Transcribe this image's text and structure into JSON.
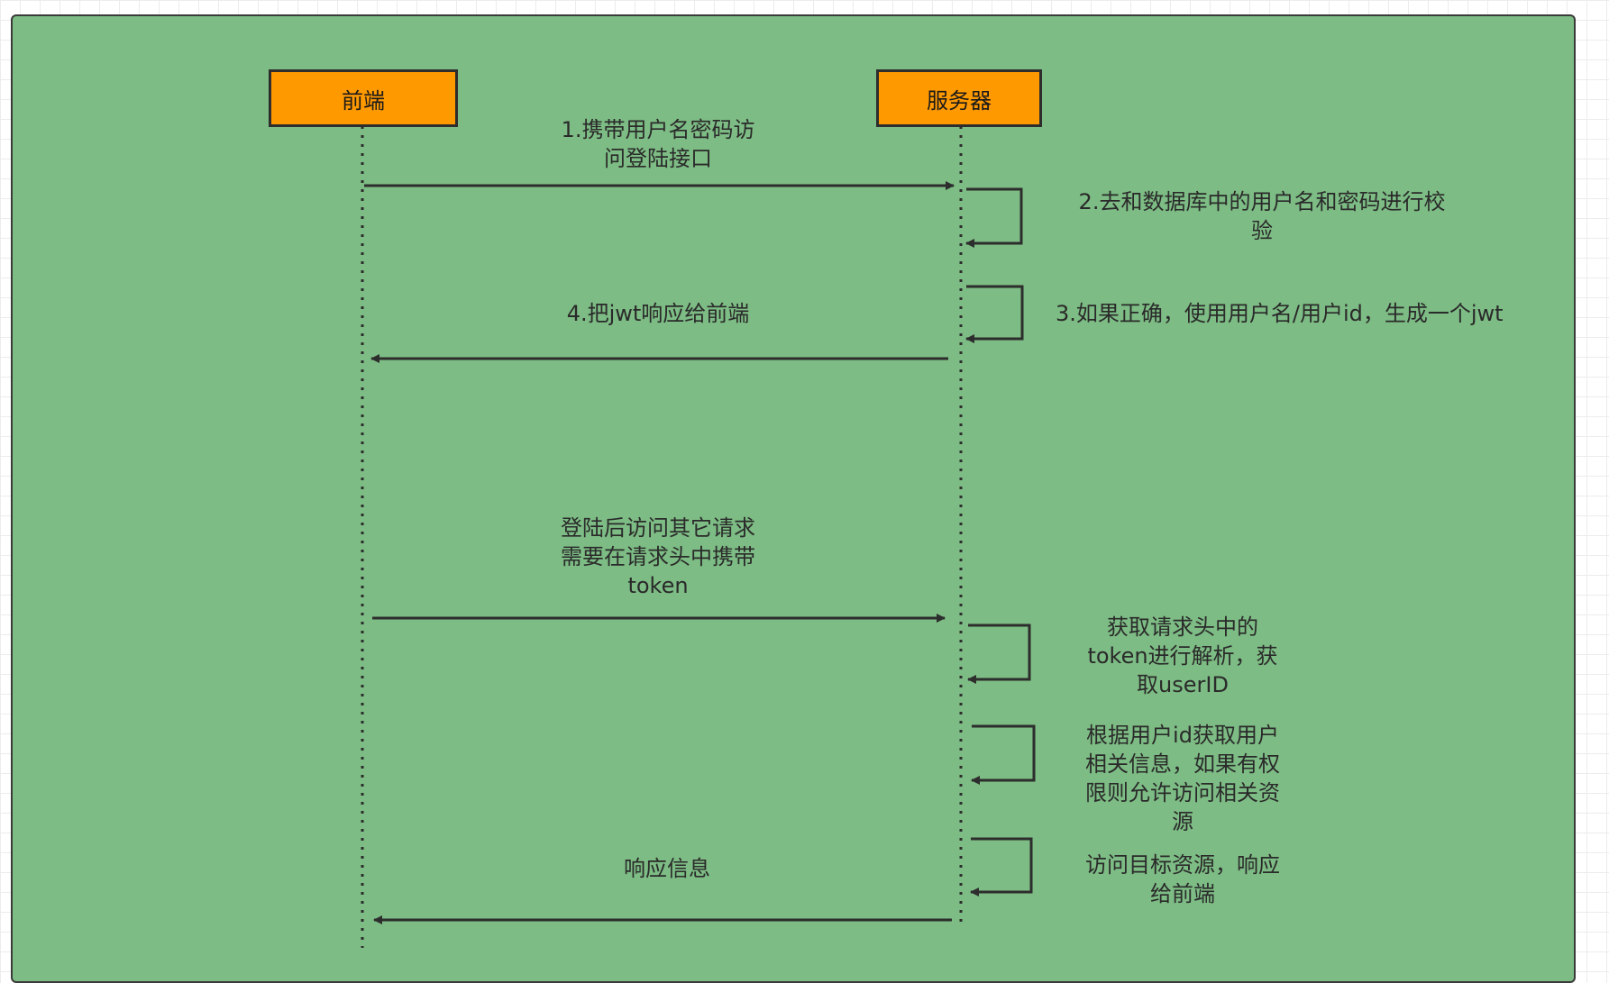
{
  "actors": {
    "frontend": "前端",
    "server": "服务器"
  },
  "messages": {
    "m1": "1.携带用户名密码访\n问登陆接口",
    "m2": "2.去和数据库中的用户名和密码进行校\n验",
    "m3": "3.如果正确，使用用户名/用户id，生成一个jwt",
    "m4": "4.把jwt响应给前端",
    "m5": "登陆后访问其它请求\n需要在请求头中携带\ntoken",
    "m6": "获取请求头中的\ntoken进行解析，获\n取userID",
    "m7": "根据用户id获取用户\n相关信息，如果有权\n限则允许访问相关资\n源",
    "m8": "访问目标资源，响应\n给前端",
    "m9": "响应信息"
  },
  "colors": {
    "canvas": "#7dbc84",
    "actor_fill": "#ff9900",
    "line": "#2d2d2d"
  }
}
